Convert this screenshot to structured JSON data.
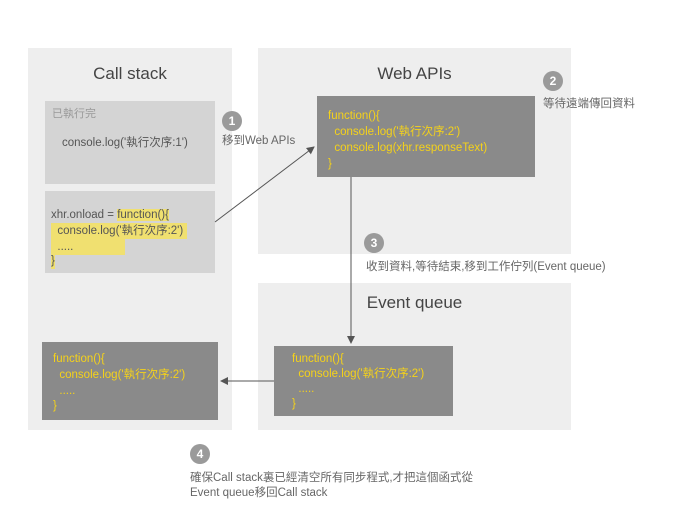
{
  "call_stack": {
    "title": "Call stack",
    "done_label": "已執行完",
    "done_code": "console.log('執行次序:1')",
    "onload_line1_plain": "xhr.onload = ",
    "onload_line1_fn": "function(){",
    "onload_line2": "  console.log('執行次序:2')",
    "onload_line3": "  .....",
    "onload_line4": "}"
  },
  "web_apis": {
    "title": "Web APIs",
    "code_line1": "function(){",
    "code_line2": "  console.log('執行次序:2')",
    "code_line3": "  console.log(xhr.responseText)",
    "code_line4": "}"
  },
  "event_queue": {
    "title": "Event queue",
    "code_line1": "function(){",
    "code_line2": "  console.log('執行次序:2')",
    "code_line3": "  .....",
    "code_line4": "}"
  },
  "returned_code": {
    "line1": "function(){",
    "line2": "  console.log('執行次序:2')",
    "line3": "  .....",
    "line4": "}"
  },
  "steps": [
    {
      "num": "1",
      "text": "移到Web APIs"
    },
    {
      "num": "2",
      "text": "等待遠端傳回資料"
    },
    {
      "num": "3",
      "text": "收到資料,等待結束,移到工作佇列(Event queue)"
    },
    {
      "num": "4",
      "text": "確保Call stack裏已經清空所有同步程式,才把這個函式從\nEvent queue移回Call stack"
    }
  ],
  "colors": {
    "panel": "#eeeeee",
    "light_box": "#d4d4d4",
    "dark_box": "#8a8a8a",
    "code_yellow": "#f5d21a",
    "arrow": "#555555"
  }
}
